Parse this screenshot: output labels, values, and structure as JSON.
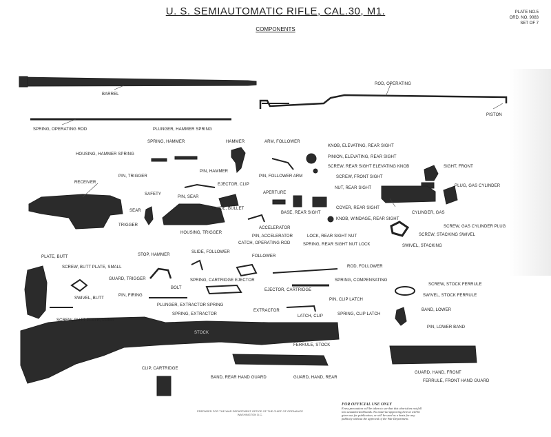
{
  "title": "U. S. SEMIAUTOMATIC RIFLE, CAL.30, M1.",
  "subtitle": "COMPONENTS",
  "plate": {
    "number": "PLATE NO.5",
    "ord": "ORD. NO. 9083",
    "set": "SET OF 7"
  },
  "labels": {
    "barrel": "BARREL",
    "rod_operating": "ROD, OPERATING",
    "piston": "PISTON",
    "spring_operating_rod": "SPRING, OPERATING ROD",
    "plunger_hammer_spring": "PLUNGER, HAMMER SPRING",
    "spring_hammer": "SPRING, HAMMER",
    "hammer": "HAMMER",
    "arm_follower": "ARM, FOLLOWER",
    "knob_elevating": "KNOB, ELEVATING, REAR SIGHT",
    "pinion_elevating": "PINION, ELEVATING, REAR SIGHT",
    "screw_rear_sight_knob": "SCREW, REAR SIGHT ELEVATING KNOB",
    "sight_front": "SIGHT, FRONT",
    "screw_front_sight": "SCREW, FRONT SIGHT",
    "housing_hammer_spring": "HOUSING, HAMMER SPRING",
    "pin_hammer": "PIN, HAMMER",
    "pin_follower_arm": "PIN, FOLLOWER ARM",
    "pin_trigger": "PIN, TRIGGER",
    "ejector_clip": "EJECTOR, CLIP",
    "nut_rear_sight": "NUT, REAR SIGHT",
    "plug_gas_cylinder": "PLUG, GAS CYLINDER",
    "receiver": "RECEIVER",
    "safety": "SAFETY",
    "pin_sear": "PIN, SEAR",
    "aperture": "APERTURE",
    "cover_rear_sight": "COVER, REAR SIGHT",
    "guide_bullet": "GUIDE, BULLET",
    "base_rear_sight": "BASE, REAR SIGHT",
    "cylinder_gas": "CYLINDER, GAS",
    "sear": "SEAR",
    "trigger": "TRIGGER",
    "knob_windage": "KNOB, WINDAGE, REAR SIGHT",
    "screw_gas_cylinder_plug": "SCREW, GAS CYLINDER PLUG",
    "accelerator": "ACCELERATOR",
    "housing_trigger": "HOUSING, TRIGGER",
    "screw_stacking_swivel": "SCREW, STACKING SWIVEL",
    "pin_accelerator": "PIN, ACCELERATOR",
    "lock_rear_sight_nut": "LOCK, REAR SIGHT NUT",
    "catch_operating_rod": "CATCH, OPERATING ROD",
    "spring_rear_sight_nut_lock": "SPRING, REAR SIGHT NUT LOCK",
    "swivel_stacking": "SWIVEL, STACKING",
    "stop_hammer": "STOP, HAMMER",
    "slide_follower": "SLIDE, FOLLOWER",
    "follower": "FOLLOWER",
    "plate_butt": "PLATE, BUTT",
    "screw_butt_plate_small": "SCREW, BUTT PLATE, SMALL",
    "rod_follower": "ROD, FOLLOWER",
    "guard_trigger": "GUARD, TRIGGER",
    "spring_cartridge_ejector": "SPRING, CARTRIDGE EJECTOR",
    "spring_compensating": "SPRING, COMPENSATING",
    "screw_stock_ferrule": "SCREW, STOCK FERRULE",
    "bolt": "BOLT",
    "ejector_cartridge": "EJECTOR, CARTRIDGE",
    "swivel_butt": "SWIVEL, BUTT",
    "swivel_stock_ferrule": "SWIVEL, STOCK FERRULE",
    "pin_firing": "PIN, FIRING",
    "pin_clip_latch": "PIN, CLIP LATCH",
    "plunger_extractor_spring": "PLUNGER, EXTRACTOR SPRING",
    "extractor": "EXTRACTOR",
    "band_lower": "BAND, LOWER",
    "spring_extractor": "SPRING, EXTRACTOR",
    "latch_clip": "LATCH, CLIP",
    "spring_clip_latch": "SPRING, CLIP LATCH",
    "screw_butt_plate_long": "SCREW, BUTT PLATE, LONG",
    "pin_lower_band": "PIN, LOWER BAND",
    "stock": "STOCK",
    "ferrule_stock": "FERRULE, STOCK",
    "clip_cartridge": "CLIP, CARTRIDGE",
    "band_rear_hand_guard": "BAND, REAR HAND GUARD",
    "guard_hand_rear": "GUARD, HAND, REAR",
    "guard_hand_front": "GUARD, HAND, FRONT",
    "ferrule_front_hand_guard": "FERRULE, FRONT HAND GUARD"
  },
  "footer": {
    "official_use": "FOR OFFICIAL USE ONLY",
    "notice": "Every precaution will be taken to see that this chart does not fall into unauthorized hands. No material appearing hereon will be given out for publication, or will be used as a basis for any publicity without the approval of the War Department.",
    "printer": "PREPARED FOR THE WAR DEPARTMENT OFFICE OF THE CHIEF OF ORDNANCE WASHINGTON D.C."
  },
  "colors": {
    "ink": "#222222",
    "part_fill": "#2b2b2b",
    "paper": "#ffffff"
  }
}
